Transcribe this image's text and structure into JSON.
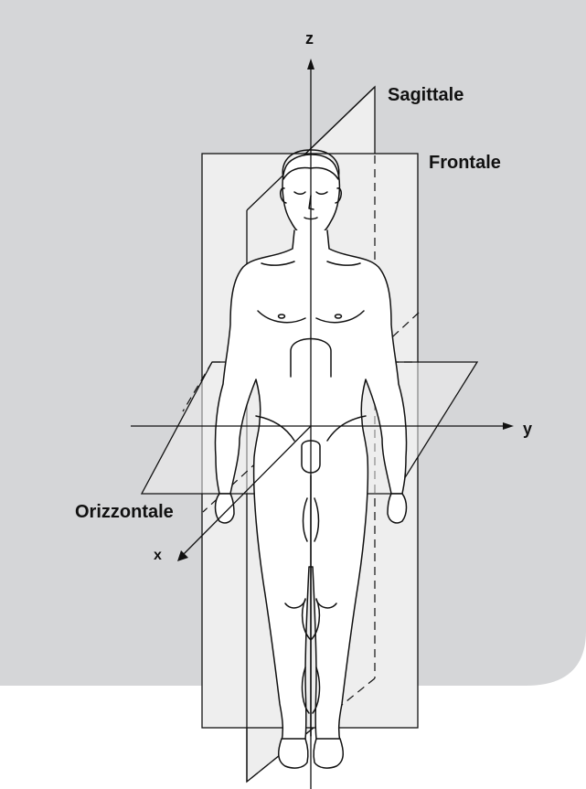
{
  "figure": {
    "axes": {
      "z": "z",
      "y": "y",
      "x": "x"
    },
    "planes": {
      "sagittal": "Sagittale",
      "frontal": "Frontale",
      "horizontal": "Orizzontale"
    },
    "colors": {
      "background_panel": "#d5d6d8",
      "plane_fill": "#eeeeee",
      "line": "#111111"
    }
  }
}
